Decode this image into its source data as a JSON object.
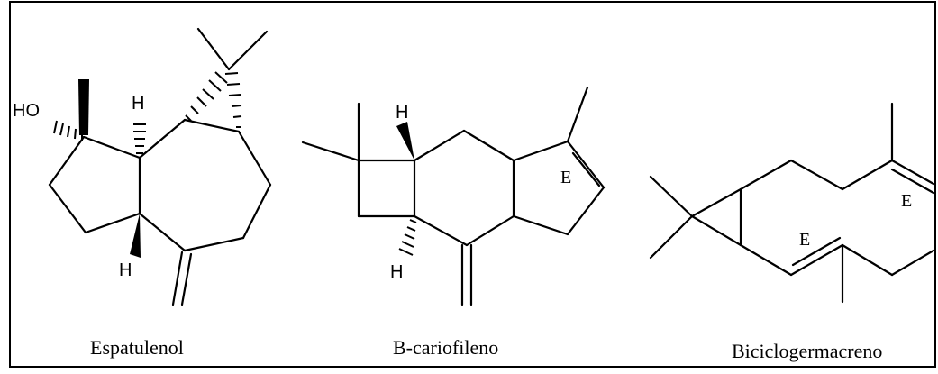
{
  "molecules": [
    {
      "name": "Espatulenol",
      "atom_labels": [
        "HO",
        "H",
        "H"
      ],
      "stereo_labels": []
    },
    {
      "name": "B-cariofileno",
      "atom_labels": [
        "H",
        "H"
      ],
      "stereo_labels": [
        "E"
      ]
    },
    {
      "name": "Biciclogermacreno",
      "atom_labels": [],
      "stereo_labels": [
        "E",
        "E"
      ]
    }
  ],
  "colors": {
    "ink": "#000000",
    "background": "#ffffff",
    "frame": "#000000"
  }
}
